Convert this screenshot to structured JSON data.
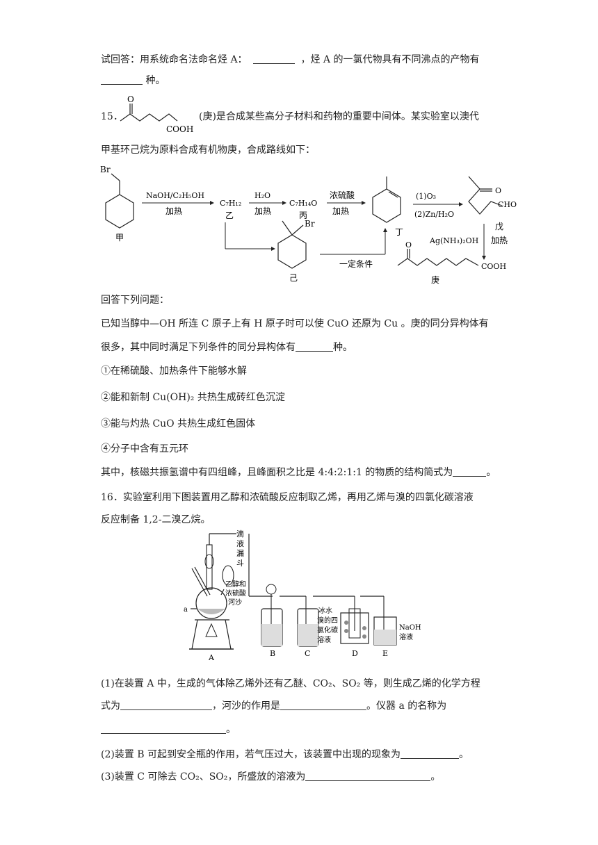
{
  "q14": {
    "line1": "试回答：用系统命名法命名烃 A：",
    "line1b": "，烃 A 的一氯代物具有不同沸点的产物有",
    "line2": "种。"
  },
  "q15": {
    "number": "15．",
    "intro1": "(庚)是合成某些高分子材料和药物的重要中间体。某实验室以澳代",
    "intro2": "甲基环己烷为原料合成有机物庚，合成路线如下：",
    "struct_labels": {
      "cooh": "COOH",
      "o": "O"
    },
    "scheme": {
      "jia": "甲",
      "yi": "乙",
      "bing": "丙",
      "ding": "丁",
      "wu": "戊",
      "ji": "己",
      "geng": "庚",
      "br": "Br",
      "step1_top": "NaOH/C₂H₅OH",
      "step1_bot": "加热",
      "c7h12": "C₇H₁₂",
      "step2_top": "H₂O",
      "step2_bot": "加热",
      "c7h14o": "C₇H₁₄O",
      "step3_top": "浓硫酸",
      "step3_bot": "加热",
      "step4_top": "(1)O₃",
      "step4_bot": "(2)Zn/H₂O",
      "cho": "CHO",
      "o": "O",
      "cooh": "COOH",
      "step5_top": "Ag(NH₃)₂OH",
      "step5_bot": "加热",
      "cond": "一定条件"
    },
    "answer_intro": "回答下列问题：",
    "known1": "已知当醇中—OH 所连 C 原子上有 H 原子时可以使 CuO 还原为 Cu 。庚的同分异构体有",
    "known2a": "很多，其中同时满足下列条件的同分异构体有",
    "known2b": "种。",
    "c1": "①在稀硫酸、加热条件下能够水解",
    "c2": "②能和新制 Cu(OH)₂ 共热生成砖红色沉淀",
    "c3": "③能与灼热 CuO 共热生成红色固体",
    "c4": "④分子中含有五元环",
    "nmr": "其中，核磁共振氢谱中有四组峰，且峰面积之比是 4:4:2:1:1 的物质的结构简式为",
    "nmr_end": "。"
  },
  "q16": {
    "line1": "16．实验室利用下图装置用乙醇和浓硫酸反应制取乙烯，再用乙烯与溴的四氯化碳溶液",
    "line2": "反应制备 1,2-二溴乙烷。",
    "apparatus": {
      "funnel": [
        "滴",
        "液",
        "漏",
        "斗"
      ],
      "mix1": "乙醇和",
      "mix2": "浓硫酸",
      "sand": "河沙",
      "a": "a",
      "ice": "冰水",
      "br1": "溴的四",
      "br2": "氯化碳",
      "br3": "溶液",
      "naoh1": "NaOH",
      "naoh2": "溶液",
      "labels": [
        "A",
        "B",
        "C",
        "D",
        "E"
      ]
    },
    "p1a": "(1)在装置 A 中，生成的气体除乙烯外还有乙醚、CO₂、SO₂ 等，则生成乙烯的化学方程",
    "p1b": "式为",
    "p1c": "，河沙的作用是",
    "p1d": "。仪器 a 的名称为",
    "p1e": "。",
    "p2": "(2)装置 B 可起到安全瓶的作用，若气压过大，该装置中出现的现象为",
    "p2end": "。",
    "p3": "(3)装置 C 可除去 CO₂、SO₂，所盛放的溶液为",
    "p3end": "。"
  }
}
